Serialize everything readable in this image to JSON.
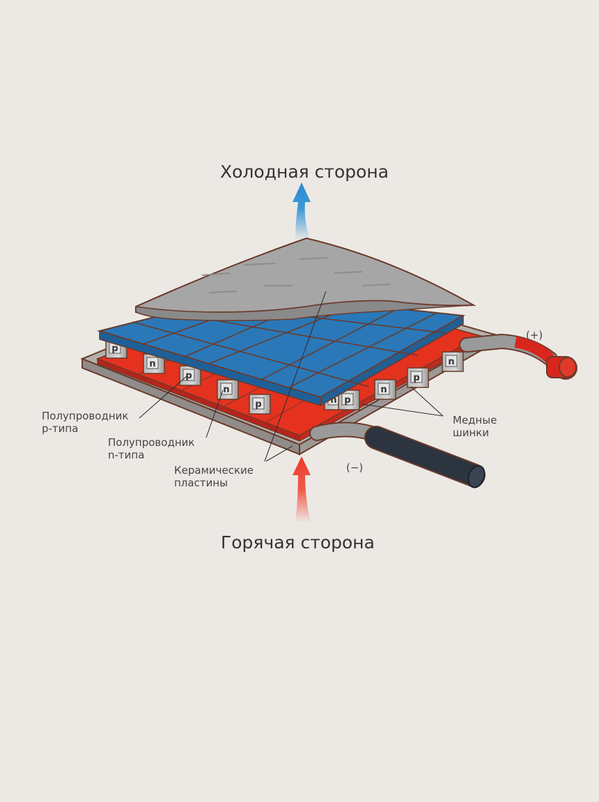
{
  "diagram": {
    "cold_side": "Холодная сторона",
    "hot_side": "Горячая сторона",
    "p_semiconductor": "Полупроводник\np-типа",
    "n_semiconductor": "Полупроводник\nn-типа",
    "ceramic_plates": "Керамические\nпластины",
    "copper_buses": "Медные\nшинки",
    "plus_terminal": "(+)",
    "minus_terminal": "(−)",
    "pellet_p": "p",
    "pellet_n": "n"
  },
  "colors": {
    "background": "#ece9e5",
    "cold_arrow": "#2a8bd0",
    "hot_arrow": "#ee3a2a",
    "ceramic": "#a9a9a9",
    "copper": "#e4321f",
    "top_plate": "#2a78b8",
    "outline": "#6b3a2a",
    "wire_red": "#d9261c",
    "wire_black": "#2c3440"
  }
}
